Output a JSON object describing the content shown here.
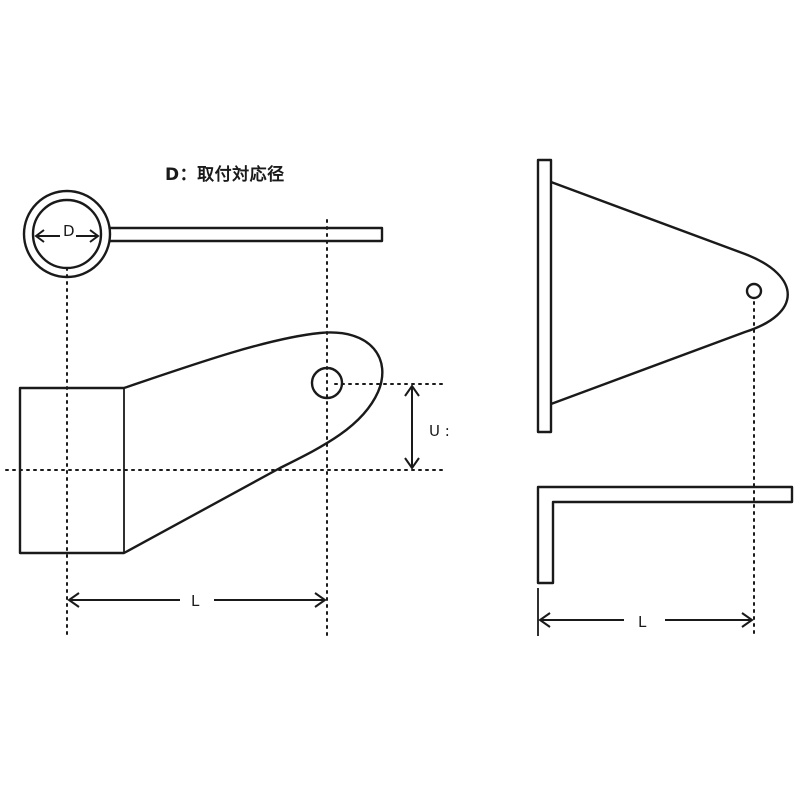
{
  "legend": {
    "text": "D：取付対応径"
  },
  "dimensions": {
    "d_label": "D",
    "u_label": "U :",
    "l_label_left": "L",
    "l_label_right": "L"
  }
}
